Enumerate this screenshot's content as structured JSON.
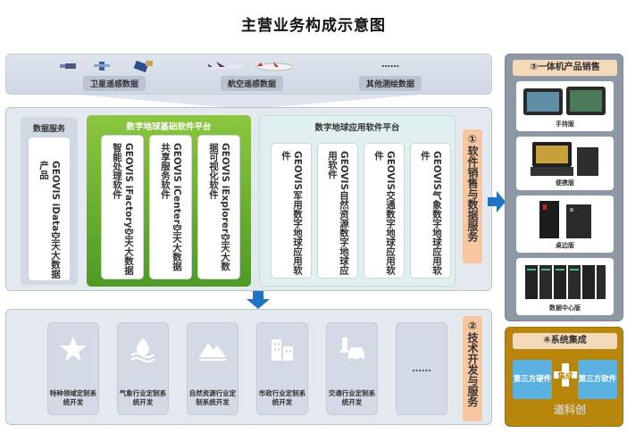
{
  "title": "主营业务构成示意图",
  "sources": {
    "satellite": "卫星遥感数据",
    "aerial": "航空遥感数据",
    "other": "其他测绘数据",
    "ellipsis": "……"
  },
  "data_service": {
    "header": "数据服务",
    "card": "GEOVIS iData空天大数据产品"
  },
  "base_platform": {
    "header": "数字地球基础软件平台",
    "items": [
      "GEOVIS iFactory空天大数据智能处理软件",
      "GEOVIS iCenter空天大数据共享服务软件",
      "GEOVIS iExplorer空天大数据可视化软件"
    ]
  },
  "app_platform": {
    "header": "数字地球应用软件平台",
    "items": [
      "GEOVIS军用数字地球应用软件",
      "GEOVIS自然资源数字地球应用软件",
      "GEOVIS交通数字地球应用软件",
      "GEOVIS气象数字地球应用软件"
    ]
  },
  "side_labels": {
    "software_sales": "①软件销售与数据服务",
    "tech_dev": "②技术开发与服务"
  },
  "tech": {
    "items": [
      {
        "label": "特种领域定制系统开发",
        "icon": "star-icon"
      },
      {
        "label": "气象行业定制系统开发",
        "icon": "weather-icon"
      },
      {
        "label": "自然资源行业定制系统开发",
        "icon": "mountain-icon"
      },
      {
        "label": "市政行业定制系统开发",
        "icon": "building-icon"
      },
      {
        "label": "交通行业定制系统开发",
        "icon": "car-icon"
      }
    ],
    "more": "……"
  },
  "all_in_one": {
    "header": "③一体机产品销售",
    "products": [
      "手持版",
      "便携版",
      "桌边版",
      "数据中心版"
    ]
  },
  "system_integration": {
    "header": "④系统集成",
    "left": "第三方硬件",
    "middle": "集成",
    "right": "第三方软件"
  },
  "watermark": "道科创",
  "colors": {
    "green": "#6fb22f",
    "teal_bg": "#dff0ee",
    "orange_label": "#f6c7a0",
    "arrow_blue": "#1f72c4",
    "gold": "#b8860b",
    "light_blue": "#5bb2e0"
  }
}
